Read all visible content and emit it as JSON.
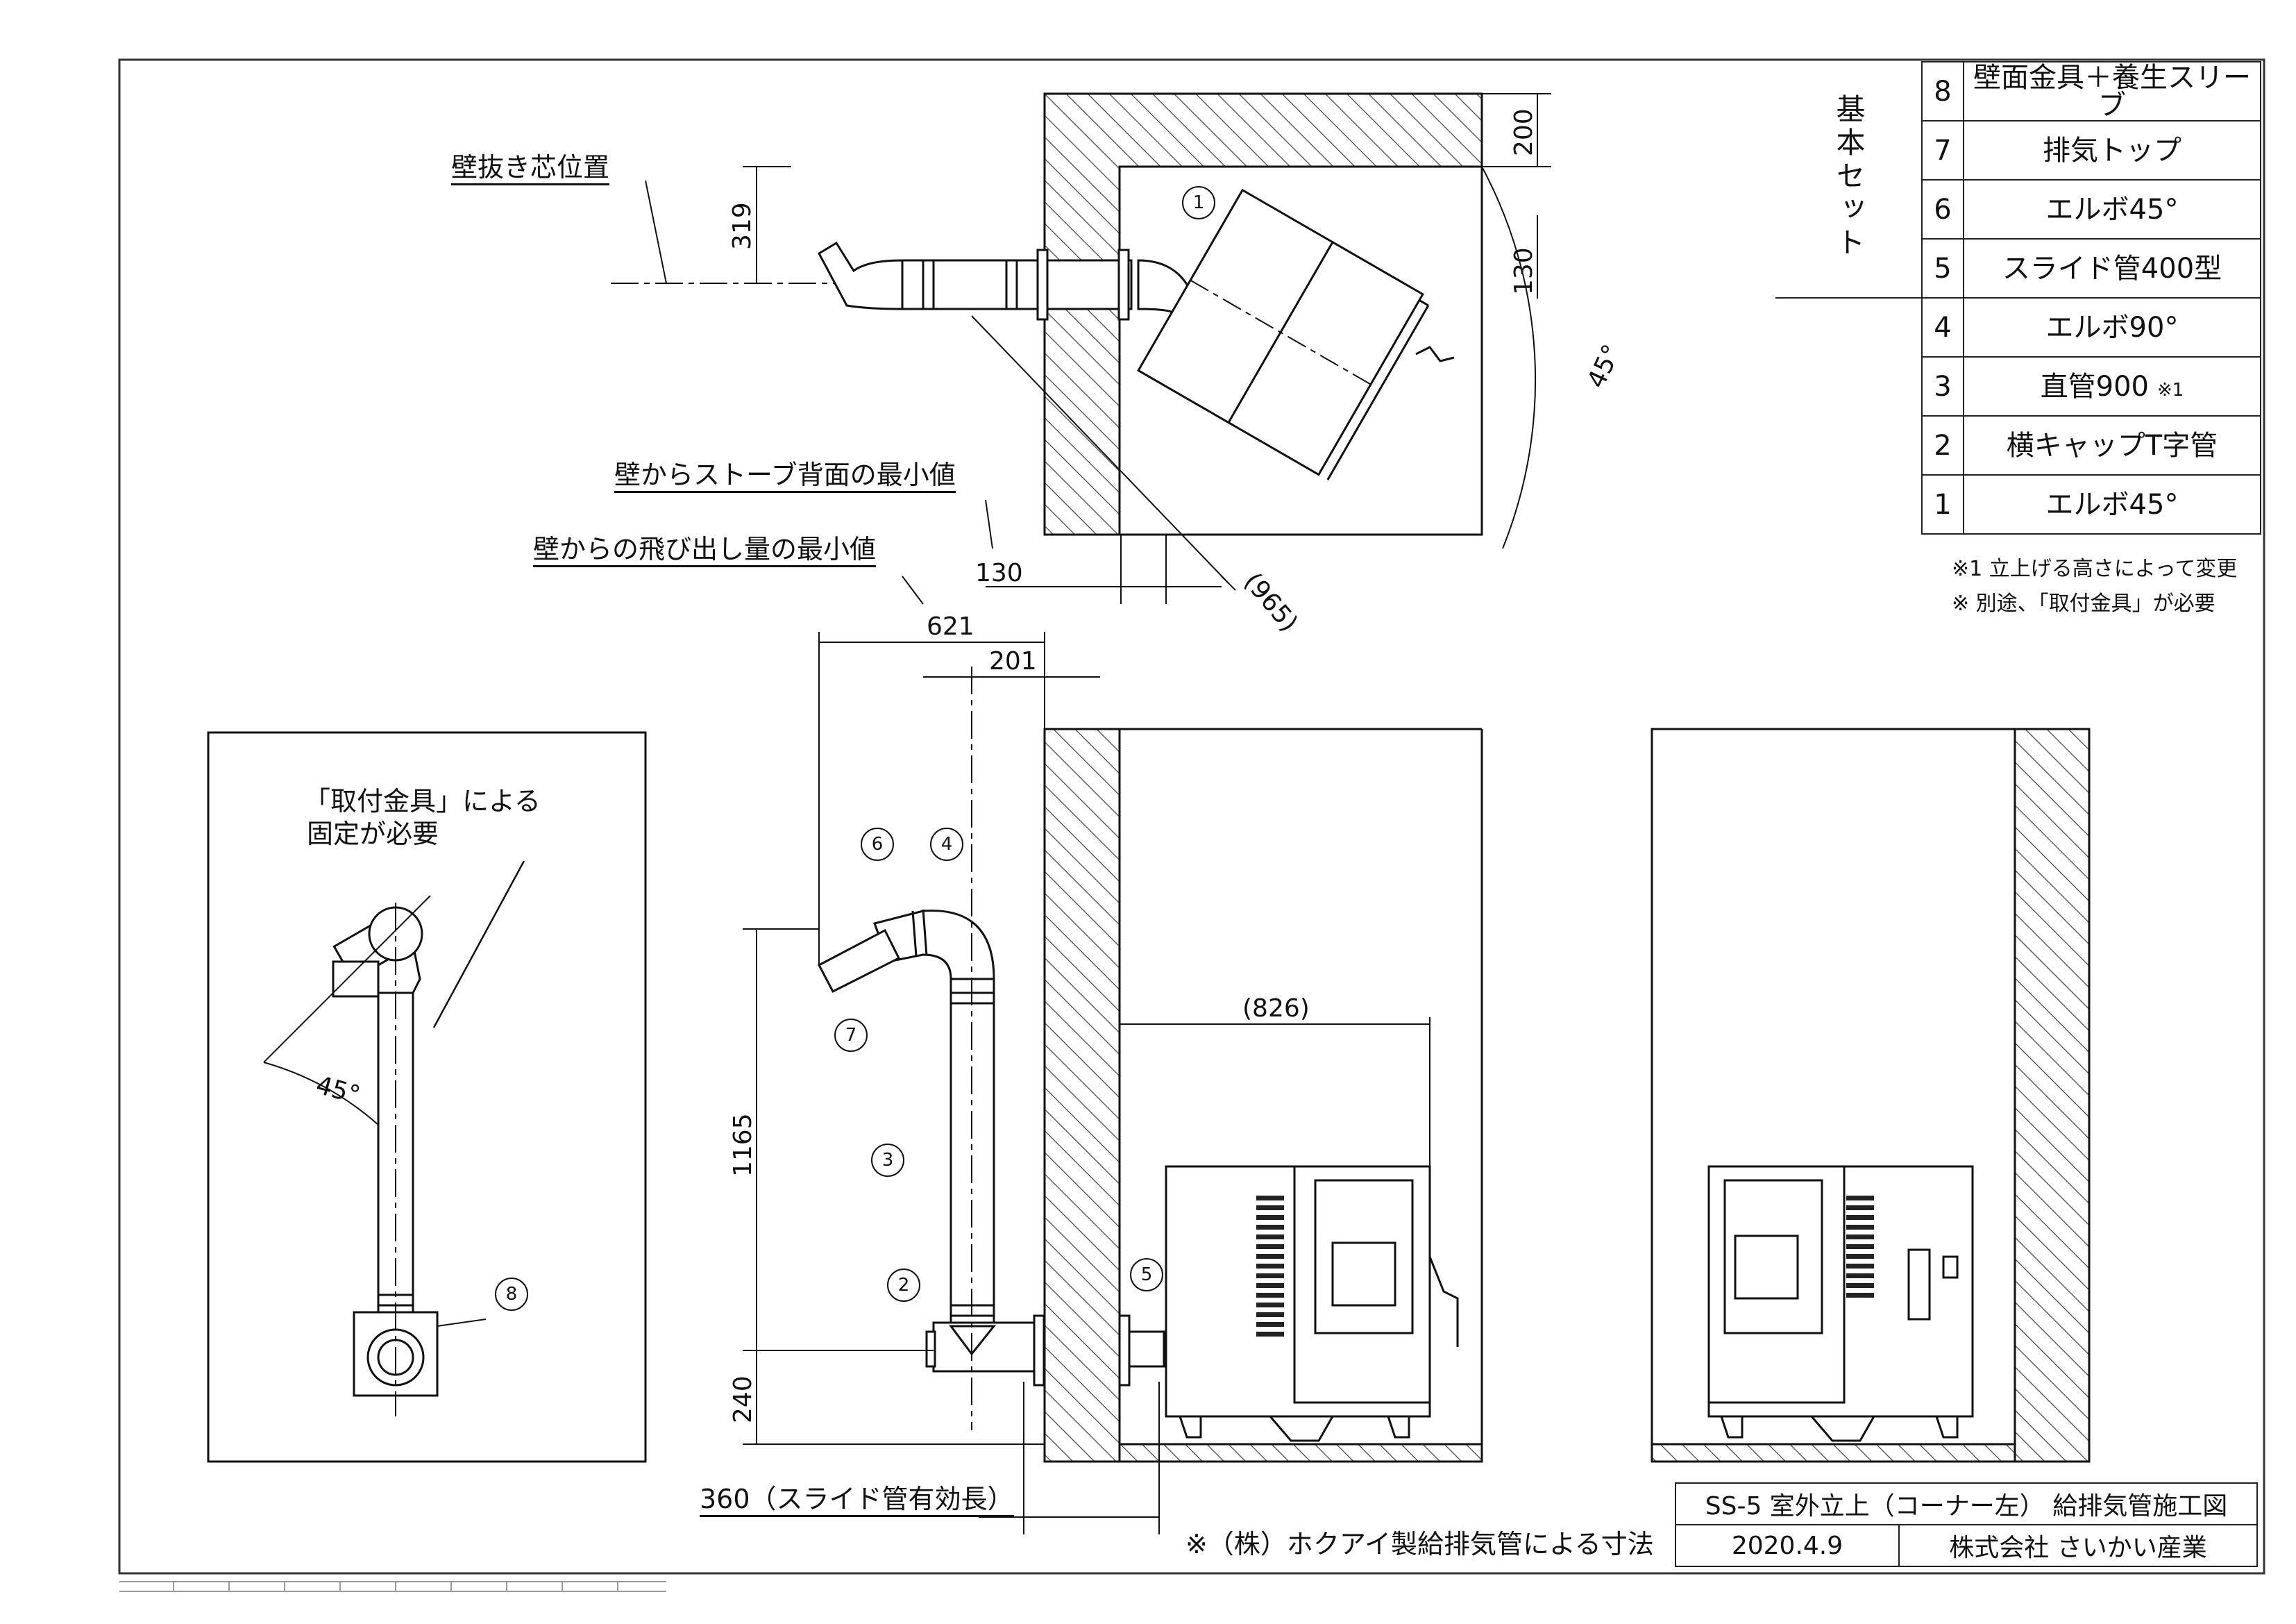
{
  "labels": {
    "wall_center": "壁抜き芯位置",
    "min_wall_to_back": "壁からストーブ背面の最小値",
    "min_protrusion": "壁からの飛び出し量の最小値",
    "bracket_note_line1": "「取付金具」による",
    "bracket_note_line2": "固定が必要",
    "slide_effective": "360（スライド管有効長）",
    "hokuai_note": "※（株）ホクアイ製給排気管による寸法"
  },
  "dimensions": {
    "d319": "319",
    "d200": "200",
    "d130_top": "130",
    "d45_top": "45°",
    "d130_bottom": "130",
    "d965": "(965)",
    "d621": "621",
    "d201": "201",
    "d826": "(826)",
    "d1165": "1165",
    "d240": "240",
    "d45_left": "45°"
  },
  "callouts": [
    "1",
    "2",
    "3",
    "4",
    "5",
    "6",
    "7",
    "8"
  ],
  "parts": {
    "group_label": "基本セット",
    "rows": [
      {
        "no": "8",
        "name": "壁面金具＋養生スリーブ",
        "tag": ""
      },
      {
        "no": "7",
        "name": "排気トップ",
        "tag": ""
      },
      {
        "no": "6",
        "name": "エルボ45°",
        "tag": ""
      },
      {
        "no": "5",
        "name": "スライド管400型",
        "tag": ""
      },
      {
        "no": "4",
        "name": "エルボ90°",
        "tag": ""
      },
      {
        "no": "3",
        "name": "直管900",
        "tag": "※1"
      },
      {
        "no": "2",
        "name": "横キャップT字管",
        "tag": ""
      },
      {
        "no": "1",
        "name": "エルボ45°",
        "tag": ""
      }
    ]
  },
  "notes": {
    "note1": "※1  立上げる高さによって変更",
    "note2": "※  別途、「取付金具」が必要"
  },
  "title_block": {
    "title": "SS-5  室外立上（コーナー左）  給排気管施工図",
    "date": "2020.4.9",
    "company": "株式会社  さいかい産業"
  },
  "colors": {
    "line": "#111111",
    "hatch": "#444444",
    "paper": "#ffffff"
  }
}
